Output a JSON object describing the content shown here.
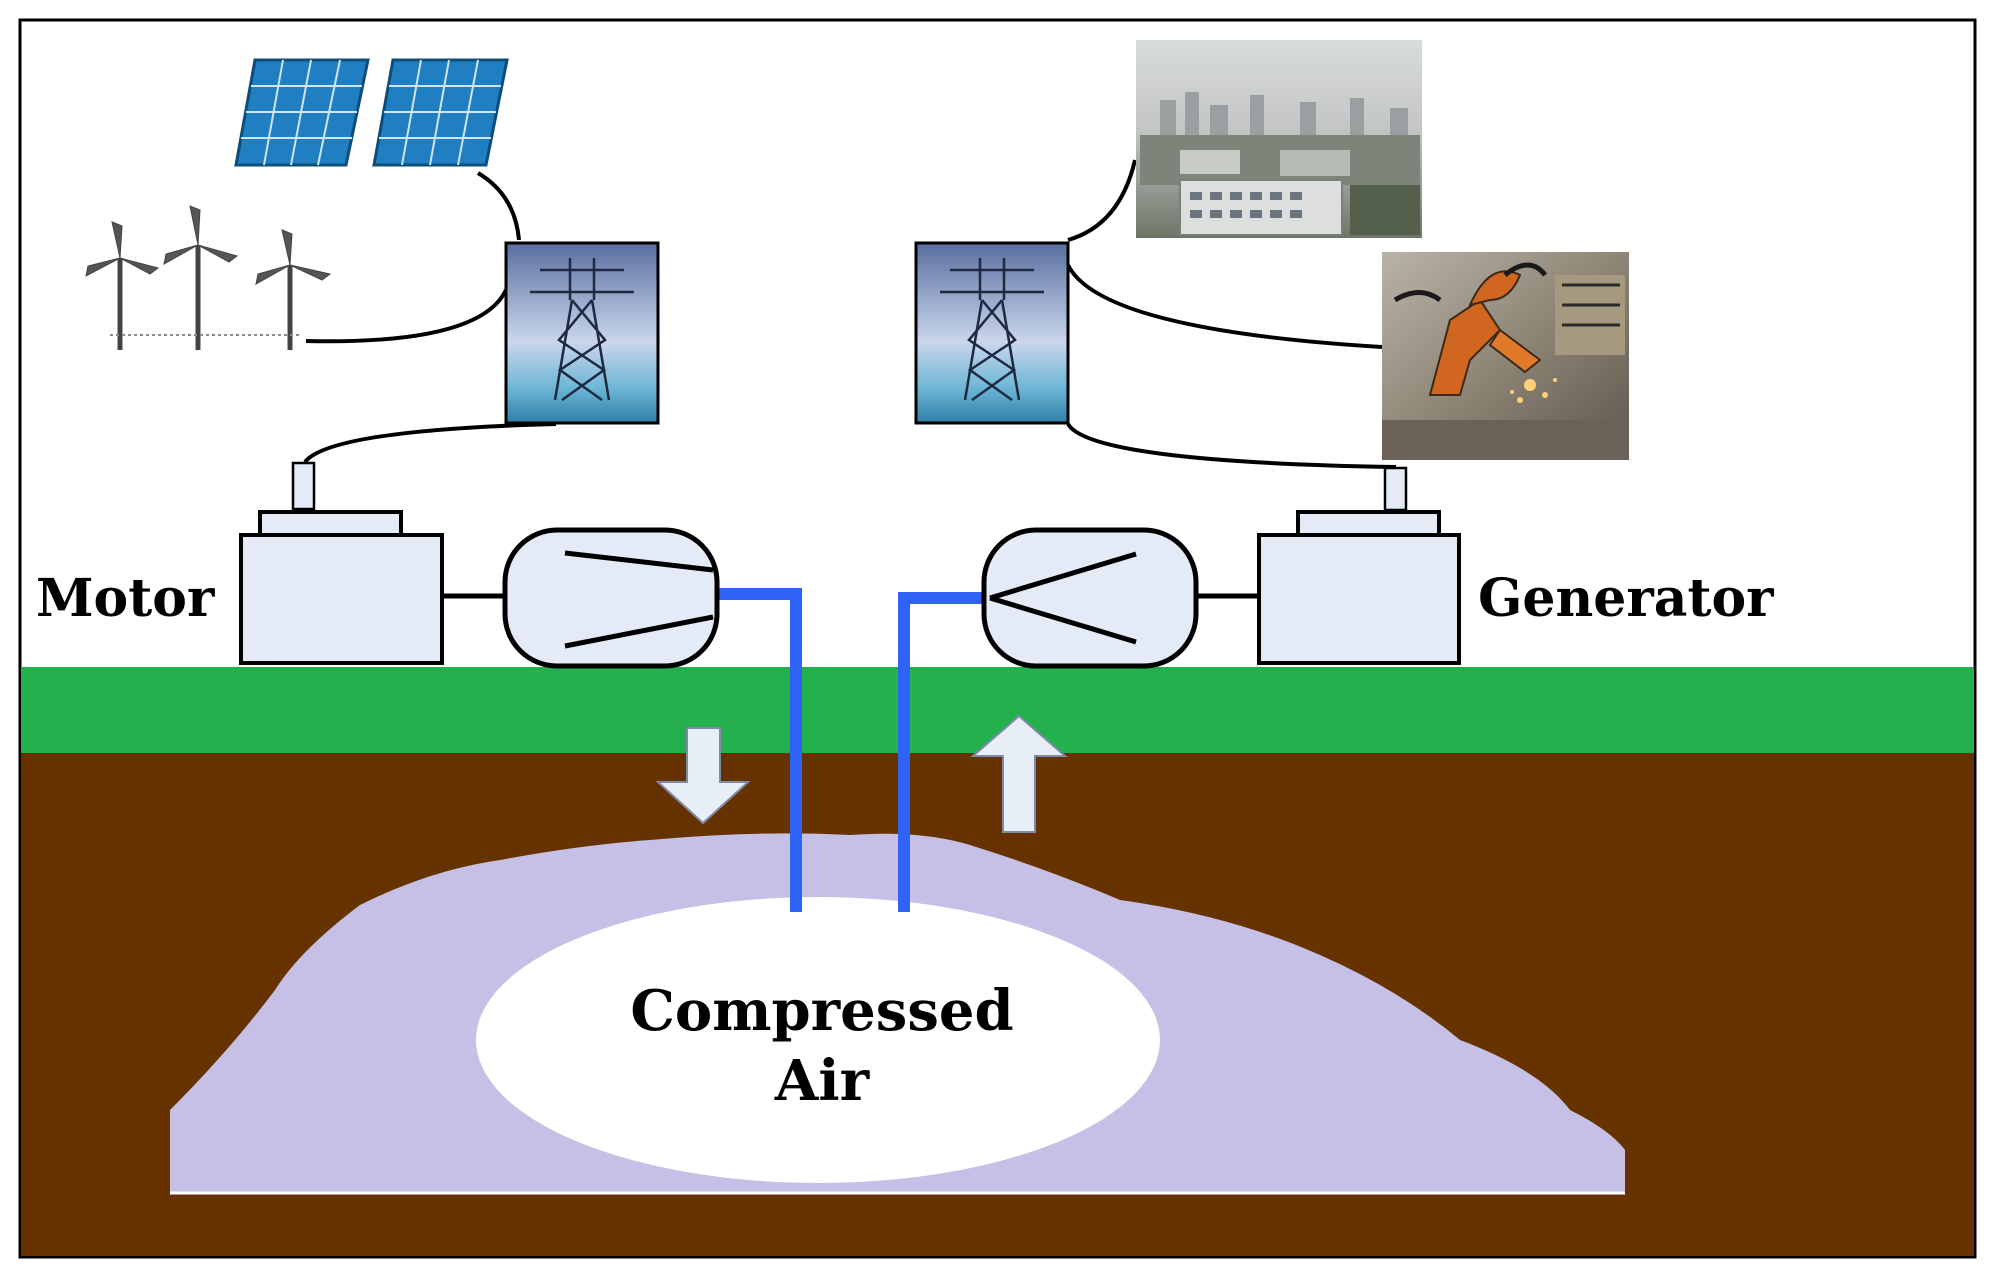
{
  "labels": {
    "motor": "Motor",
    "generator": "Generator",
    "storage_line1": "Compressed",
    "storage_line2": "Air"
  },
  "colors": {
    "sky": "#ffffff",
    "grass": "#24b04c",
    "soil": "#663300",
    "cavern": "#c6bfe6",
    "machine_fill": "#e4eaf6",
    "pipe": "#2f63f5",
    "outline": "#000000",
    "arrow_fill": "#e8eef8"
  },
  "icons": {
    "solar": "solar-panel-icon",
    "wind": "wind-turbine-icon",
    "pylon": "transmission-tower-icon",
    "city": "city-skyline-photo",
    "industry": "industrial-robot-photo"
  }
}
